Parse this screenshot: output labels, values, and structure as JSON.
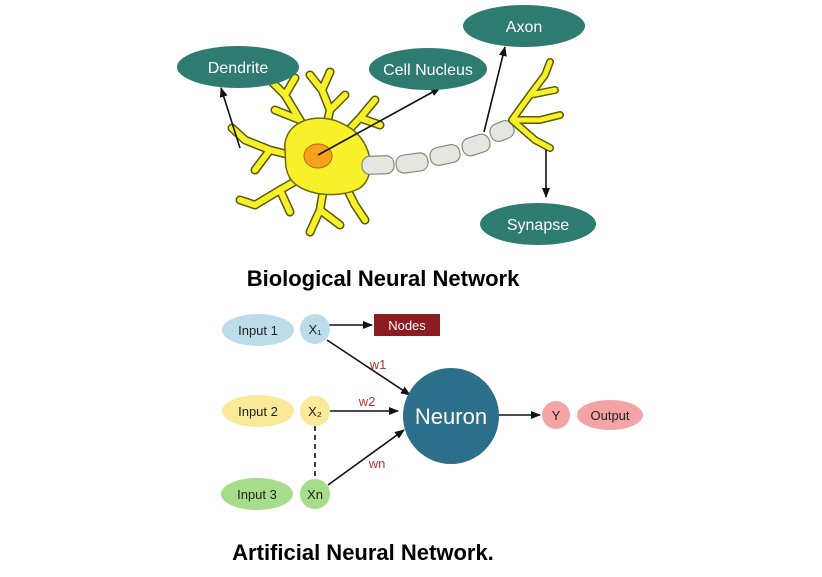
{
  "biological": {
    "title": "Biological Neural Network",
    "labels": {
      "dendrite": "Dendrite",
      "cell_nucleus": "Cell Nucleus",
      "axon": "Axon",
      "synapse": "Synapse"
    }
  },
  "artificial": {
    "title": "Artificial Neural Network.",
    "inputs": {
      "input1": "Input 1",
      "input2": "Input 2",
      "input3": "Input 3"
    },
    "nodes": {
      "x1": "X₁",
      "x2": "X₂",
      "xn": "Xn",
      "y": "Y"
    },
    "nodes_label": "Nodes",
    "neuron": "Neuron",
    "output": "Output",
    "weights": {
      "w1": "w1",
      "w2": "w2",
      "wn": "wn"
    }
  },
  "colors": {
    "teal_label": "#2e7b72",
    "neuron": "#2b6f8a",
    "dendrite_fill": "#f7f02a",
    "nucleus": "#f6a21d",
    "axon_segment": "#e6e6e0",
    "input1": "#bcdcec",
    "input2": "#fbe99a",
    "input3": "#a6dd8a",
    "output": "#f4a4a4",
    "nodes_box": "#8b1c22",
    "weight_text": "#c03030"
  }
}
